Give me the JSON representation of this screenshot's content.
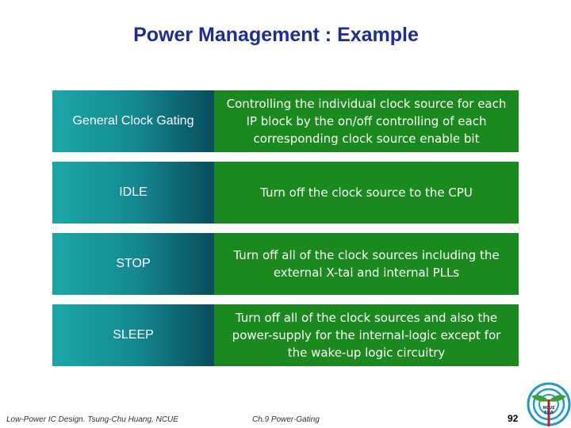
{
  "slide": {
    "title": "Power Management : Example",
    "rows": [
      {
        "mode": "General Clock Gating",
        "description": "Controlling the individual clock source for each IP block by the on/off controlling of each corresponding clock source enable bit"
      },
      {
        "mode": "IDLE",
        "description": "Turn off the clock source to the CPU"
      },
      {
        "mode": "STOP",
        "description": "Turn off all of the clock sources including the external X-tal and internal PLLs"
      },
      {
        "mode": "SLEEP",
        "description": "Turn off all of the clock sources and also the power-supply for the internal-logic except for the wake-up logic circuitry"
      }
    ]
  },
  "footer": {
    "left": "Low-Power IC Design. Tsung-Chu Huang, NCUE",
    "center": "Ch.9 Power-Gating",
    "page_number": "92"
  },
  "logo": {
    "icon": "ncue-logo-icon",
    "line1": "NCUE",
    "line2": "EDA"
  },
  "colors": {
    "title": "#1c2c98",
    "mode_cell_start": "#1aa7a8",
    "mode_cell_end": "#084e5c",
    "description_cell": "#1b8a1e",
    "logo_ring": "#1e9ad6",
    "logo_leaf": "#3f9f2f",
    "logo_stem": "#c02020"
  }
}
